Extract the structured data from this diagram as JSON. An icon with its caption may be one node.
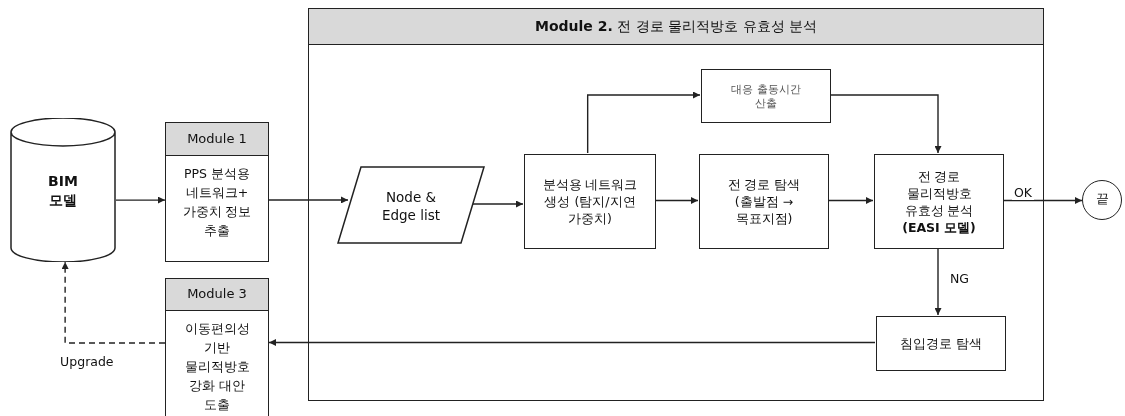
{
  "diagram": {
    "nodes": [
      {
        "text": [
          "BIM 모델"
        ]
      },
      {
        "text": [
          "Module 1",
          "PPS 분석용 네트워크+ 가중치 정보 추출"
        ]
      },
      {
        "text": [
          "**Module 2.** 전 경로 물리적방호 유효성 분석"
        ]
      },
      {
        "text": [
          "Node & Edge list"
        ],
        "in": 2
      },
      {
        "text": [
          "분석용 네트워크 생성 (탐지/지연 가중치)"
        ],
        "in": 2
      },
      {
        "text": [
          "대응 출동시간 산출"
        ],
        "in": 2
      },
      {
        "text": [
          "전 경로 탐색 (출발점 → 목표지점)"
        ],
        "in": 2
      },
      {
        "text": [
          "전 경로 물리적방호 유효성 분석 **(EASI 모델)**"
        ],
        "in": 2
      },
      {
        "text": [
          "침입경로 탐색"
        ],
        "in": 2
      },
      {
        "text": [
          "끝"
        ]
      },
      {
        "text": [
          "Module 3",
          "이동편의성 기반 물리적방호 강화 대안 도출"
        ]
      }
    ],
    "edges": [
      {
        "from": 0,
        "to": 1,
        "arrow": "to"
      },
      {
        "from": 1,
        "to": 3,
        "arrow": "to"
      },
      {
        "from": 3,
        "to": 4,
        "arrow": "to"
      },
      {
        "from": 4,
        "to": 5,
        "arrow": "to"
      },
      {
        "from": 4,
        "to": 6,
        "arrow": "to"
      },
      {
        "from": 5,
        "to": 7,
        "arrow": "to"
      },
      {
        "from": 6,
        "to": 7,
        "arrow": "to"
      },
      {
        "from": 7,
        "to": 9,
        "arrow": "to",
        "label": "OK"
      },
      {
        "from": 7,
        "to": 8,
        "arrow": "to",
        "label": "NG"
      },
      {
        "from": 8,
        "to": 10,
        "arrow": "to"
      },
      {
        "from": 10,
        "to": 0,
        "arrow": "to",
        "style": "dashed",
        "label": "Upgrade"
      }
    ]
  }
}
